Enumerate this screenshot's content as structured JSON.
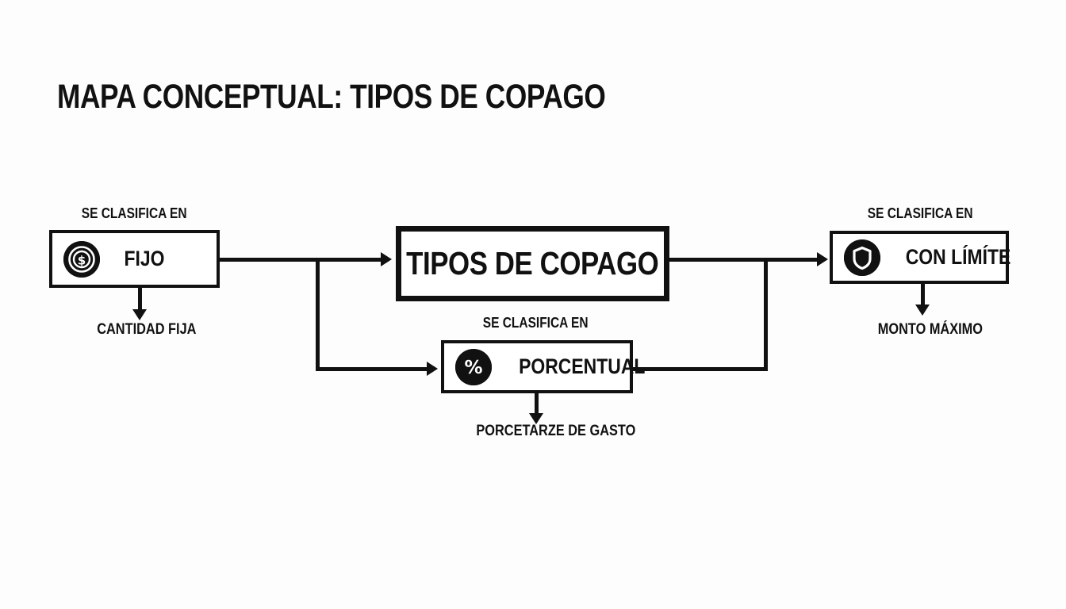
{
  "page": {
    "title": "MAPA CONCEPTUAL: TIPOS DE COPAGO",
    "background_color": "#fdfdfd",
    "ink_color": "#111111"
  },
  "diagram": {
    "type": "concept-map",
    "center_node": {
      "label": "TIPOS DE COPAGO"
    },
    "branches": [
      {
        "id": "fijo",
        "relation_label": "SE CLASIFICA EN",
        "node_label": "FIJO",
        "icon": "coin-dollar-icon",
        "detail_label": "CANTIDAD FIJA"
      },
      {
        "id": "porcentual",
        "relation_label": "SE CLASIFICA EN",
        "node_label": "PORCENTUAL",
        "icon": "percent-icon",
        "detail_label": "PORCETARZE DE GASTO"
      },
      {
        "id": "con-limite",
        "relation_label": "SE CLASIFICA EN",
        "node_label": "CON LÍMÍTE",
        "icon": "shield-icon",
        "detail_label": "MONTO MÁXIMO"
      }
    ]
  }
}
